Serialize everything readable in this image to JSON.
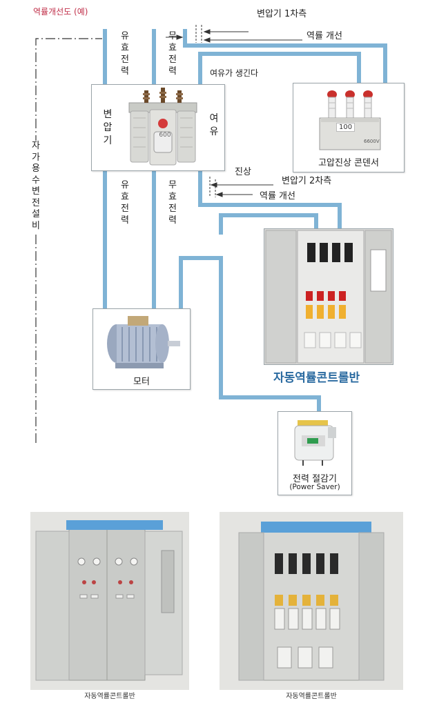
{
  "diagram": {
    "title": "역률개선도 (예)",
    "facility_vertical": "자가용수변전설비",
    "effective_power_top": "유효전력",
    "reactive_power_top": "무효전력",
    "transformer_primary": "변압기 1차측",
    "pf_improve_1": "역률 개선",
    "margin_created": "여유가 생긴다",
    "transformer_label": "변압기",
    "margin_label": "여유",
    "transformer_badge": "600",
    "capacitor_label": "고압진상 콘덴서",
    "capacitor_badge": "100",
    "capacitor_plate": "6600V",
    "leading_label": "진상",
    "transformer_secondary": "변압기 2차측",
    "pf_improve_2": "역률 개선",
    "effective_power_bottom": "유효전력",
    "reactive_power_bottom": "무효전력",
    "auto_pf_panel_label": "자동역률콘트롤반",
    "motor_label": "모터",
    "power_saver_label": "전력 절감기",
    "power_saver_sub": "(Power Saver)"
  },
  "photos": [
    {
      "caption": "자동역률콘트롤반"
    },
    {
      "caption": "자동역률콘트롤반"
    }
  ],
  "colors": {
    "line_blue": "#7fb3d5",
    "title_red": "#c0304a",
    "panel_label_blue": "#2a6aa0",
    "cabinet_gray": "#c9cbc8"
  },
  "icons": [
    "transformer-icon",
    "capacitor-icon",
    "panel-icon",
    "motor-icon",
    "power-saver-icon",
    "cabinet-icon"
  ]
}
